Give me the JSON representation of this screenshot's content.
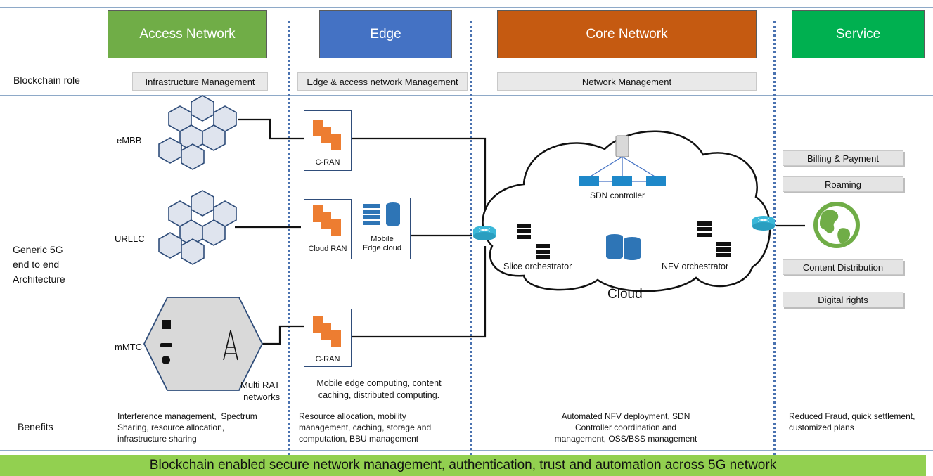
{
  "columns": {
    "access": {
      "label": "Access Network",
      "color": "#70ad47"
    },
    "edge": {
      "label": "Edge",
      "color": "#4472c4"
    },
    "core": {
      "label": "Core Network",
      "color": "#c55a11"
    },
    "service": {
      "label": "Service",
      "color": "#00b050"
    }
  },
  "rows": {
    "blockchain_role": "Blockchain role",
    "generic_5g": "Generic 5G\nend to end\nArchitecture",
    "benefits": "Benefits"
  },
  "roles": {
    "access": "Infrastructure Management",
    "edge": "Edge & access network Management",
    "core": "Network Management"
  },
  "access_cells": {
    "embb": "eMBB",
    "urllc": "URLLC",
    "mmtc": "mMTC",
    "multi_rat": "Multi RAT\nnetworks"
  },
  "edge_nodes": {
    "cran_top": "C-RAN",
    "cloud_ran": "Cloud RAN",
    "mobile_edge_cloud": "Mobile\nEdge cloud",
    "cran_bottom": "C-RAN",
    "edge_caption": "Mobile edge computing, content\ncaching, distributed computing."
  },
  "core_cloud": {
    "sdn_controller": "SDN controller",
    "slice_orchestrator": "Slice orchestrator",
    "nfv_orchestrator": "NFV orchestrator",
    "cloud_label": "Cloud"
  },
  "services": [
    "Billing & Payment",
    "Roaming",
    "Content Distribution",
    "Digital rights"
  ],
  "benefits": {
    "access": "Interference management,  Spectrum\nSharing, resource allocation,\ninfrastructure sharing",
    "edge": "Resource allocation, mobility\nmanagement, caching, storage and\ncomputation, BBU management",
    "core": "Automated NFV deployment, SDN\nController coordination and\nmanagement, OSS/BSS management",
    "service": "Reduced Fraud, quick settlement,\ncustomized plans"
  },
  "footer": "Blockchain enabled secure network management, authentication, trust and automation across 5G network"
}
